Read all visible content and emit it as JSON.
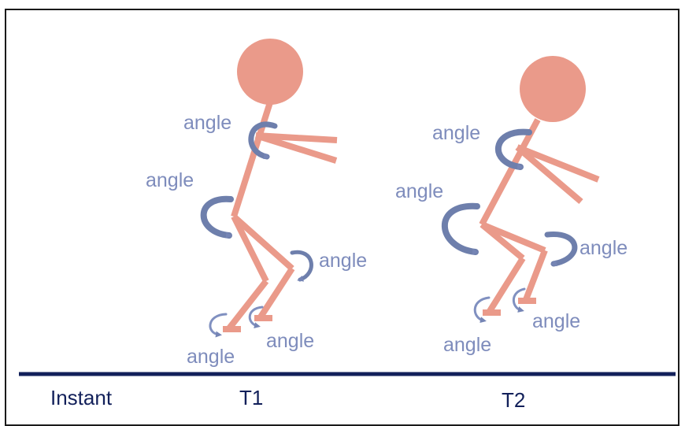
{
  "figure_labels": {
    "angle": "angle"
  },
  "timeline": {
    "instant_label": "Instant",
    "t1_label": "T1",
    "t2_label": "T2"
  },
  "colors": {
    "body": "#ea9a8a",
    "arrow": "#6e7fac",
    "arrow_light": "#8fa0cc",
    "label": "#7e8cbc",
    "baseline": "#12205a",
    "instant_text": "#12205a"
  },
  "icons": {
    "rotation_arrow": "curved-arrow-icon"
  }
}
